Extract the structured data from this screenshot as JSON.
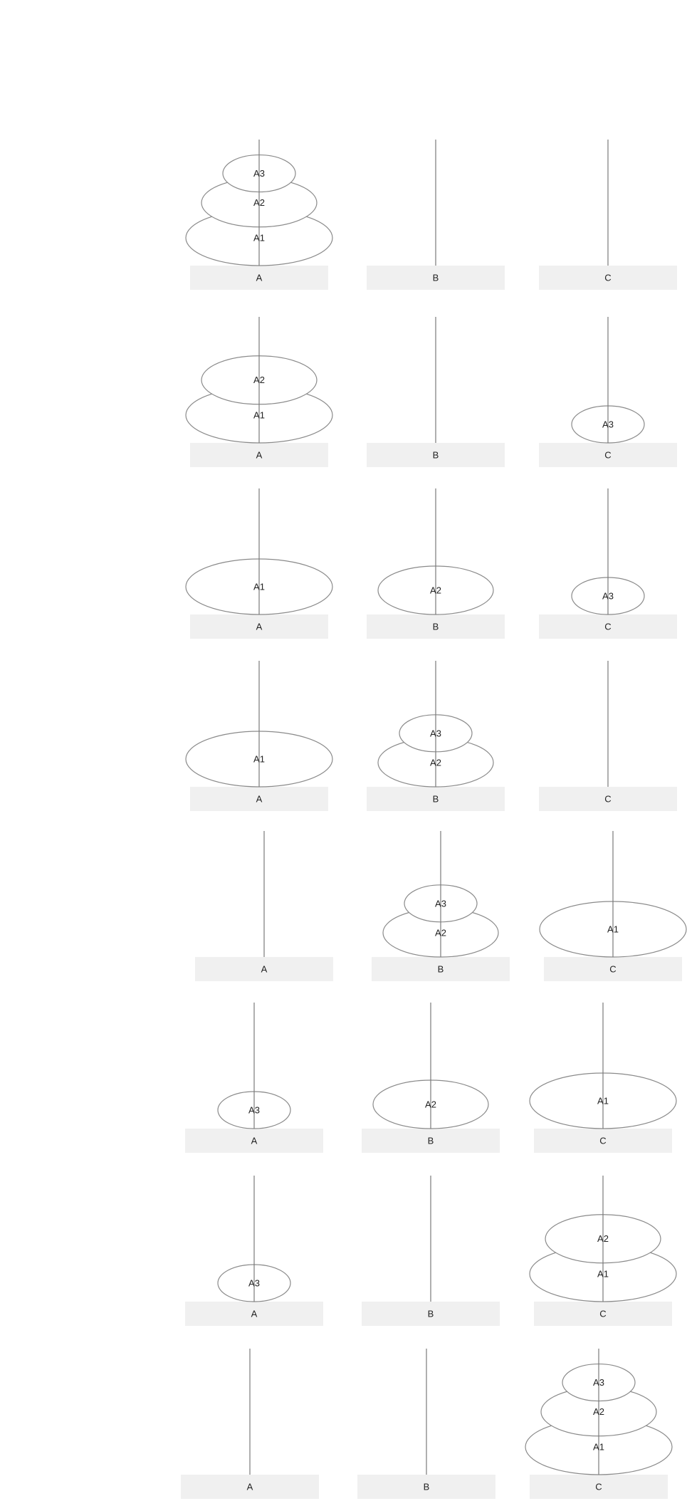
{
  "colors": {
    "disk_stroke": "#8a8a8a",
    "rod": "#7a7a7a",
    "base": "#f0f0f0",
    "text": "#222222"
  },
  "peg_labels": [
    "A",
    "B",
    "C"
  ],
  "steps": [
    {
      "pegs": {
        "A": [
          "A1",
          "A2",
          "A3"
        ],
        "B": [],
        "C": []
      }
    },
    {
      "pegs": {
        "A": [
          "A1",
          "A2"
        ],
        "B": [],
        "C": [
          "A3"
        ]
      }
    },
    {
      "pegs": {
        "A": [
          "A1"
        ],
        "B": [
          "A2"
        ],
        "C": [
          "A3"
        ]
      }
    },
    {
      "pegs": {
        "A": [
          "A1"
        ],
        "B": [
          "A2",
          "A3"
        ],
        "C": []
      }
    },
    {
      "pegs": {
        "A": [],
        "B": [
          "A2",
          "A3"
        ],
        "C": [
          "A1"
        ]
      }
    },
    {
      "pegs": {
        "A": [
          "A3"
        ],
        "B": [
          "A2"
        ],
        "C": [
          "A1"
        ]
      }
    },
    {
      "pegs": {
        "A": [
          "A3"
        ],
        "B": [],
        "C": [
          "A1",
          "A2"
        ]
      }
    },
    {
      "pegs": {
        "A": [],
        "B": [],
        "C": [
          "A1",
          "A2",
          "A3"
        ]
      }
    }
  ]
}
